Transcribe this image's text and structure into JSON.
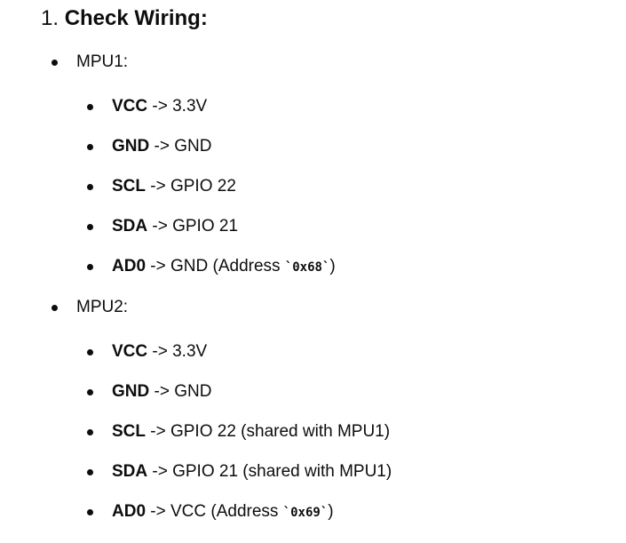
{
  "section": {
    "number": "1.",
    "title": "Check Wiring:"
  },
  "groups": [
    {
      "label": "MPU1:",
      "items": [
        {
          "key": "VCC",
          "value": " -> 3.3V",
          "code": "",
          "after": ""
        },
        {
          "key": "GND",
          "value": " -> GND",
          "code": "",
          "after": ""
        },
        {
          "key": "SCL",
          "value": " -> GPIO 22",
          "code": "",
          "after": ""
        },
        {
          "key": "SDA",
          "value": " -> GPIO 21",
          "code": "",
          "after": ""
        },
        {
          "key": "AD0",
          "value": " -> GND (Address ",
          "code": "`0x68`",
          "after": ")"
        }
      ]
    },
    {
      "label": "MPU2:",
      "items": [
        {
          "key": "VCC",
          "value": " -> 3.3V",
          "code": "",
          "after": ""
        },
        {
          "key": "GND",
          "value": " -> GND",
          "code": "",
          "after": ""
        },
        {
          "key": "SCL",
          "value": " -> GPIO 22 (shared with MPU1)",
          "code": "",
          "after": ""
        },
        {
          "key": "SDA",
          "value": " -> GPIO 21 (shared with MPU1)",
          "code": "",
          "after": ""
        },
        {
          "key": "AD0",
          "value": " -> VCC (Address ",
          "code": "`0x69`",
          "after": ")"
        }
      ]
    }
  ]
}
